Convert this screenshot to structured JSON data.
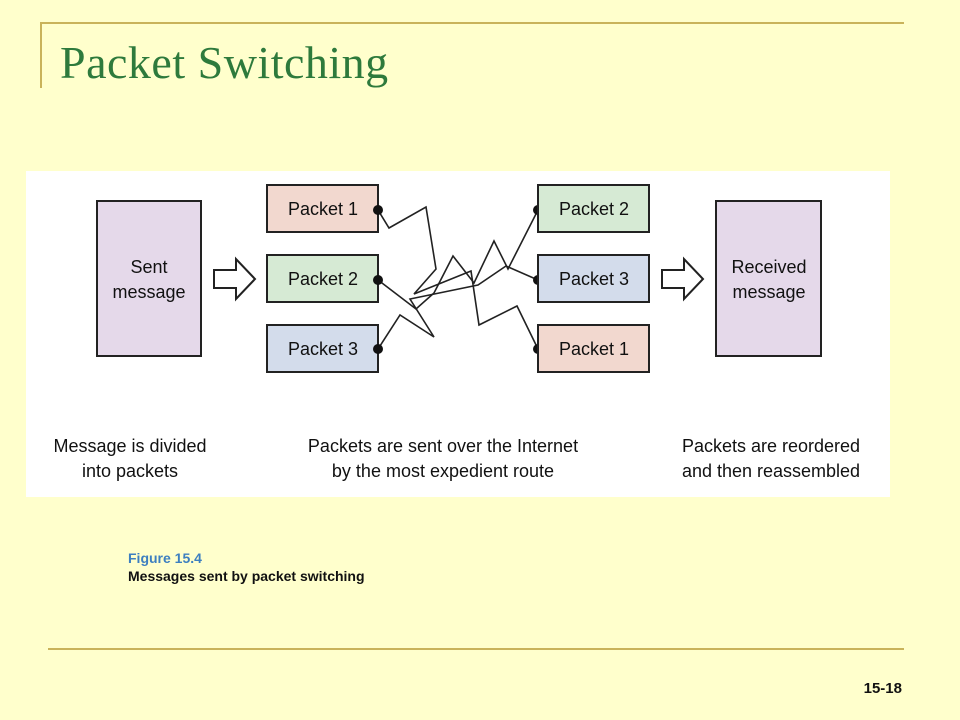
{
  "slide": {
    "title": "Packet Switching",
    "number": "15-18"
  },
  "diagram": {
    "sent_message": [
      "Sent",
      "message"
    ],
    "received_message": [
      "Received",
      "message"
    ],
    "packets_out": [
      "Packet 1",
      "Packet 2",
      "Packet 3"
    ],
    "packets_in": [
      "Packet 2",
      "Packet 3",
      "Packet 1"
    ],
    "captions": {
      "left": [
        "Message is divided",
        "into packets"
      ],
      "middle": [
        "Packets are sent over the Internet",
        "by the most expedient route"
      ],
      "right": [
        "Packets are reordered",
        "and then reassembled"
      ]
    },
    "colors": {
      "message_fill": "#e5d9ea",
      "packet1_fill": "#f2d8cf",
      "packet2_fill": "#d6ead4",
      "packet3_fill": "#d3dceb",
      "stroke": "#222222"
    }
  },
  "figure_caption": {
    "number": "Figure 15.4",
    "description": "Messages sent by packet switching"
  }
}
